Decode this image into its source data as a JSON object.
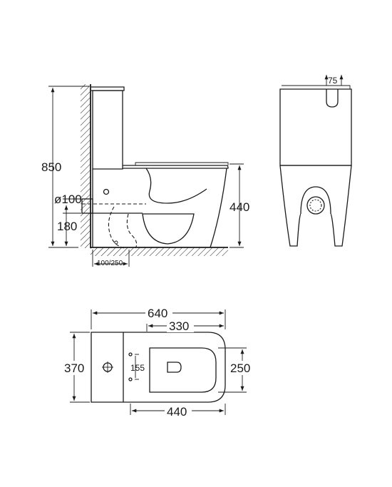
{
  "side_view": {
    "height_total": "850",
    "pipe_diameter": "ø100",
    "pipe_height": "180",
    "seat_height": "440",
    "offset": "100/250"
  },
  "front_view": {
    "button_width": "75"
  },
  "plan_view": {
    "length_total": "640",
    "bowl_to_front": "330",
    "width_tank": "370",
    "bolt_spacing": "155",
    "width_bowl": "250",
    "bowl_length": "440"
  }
}
